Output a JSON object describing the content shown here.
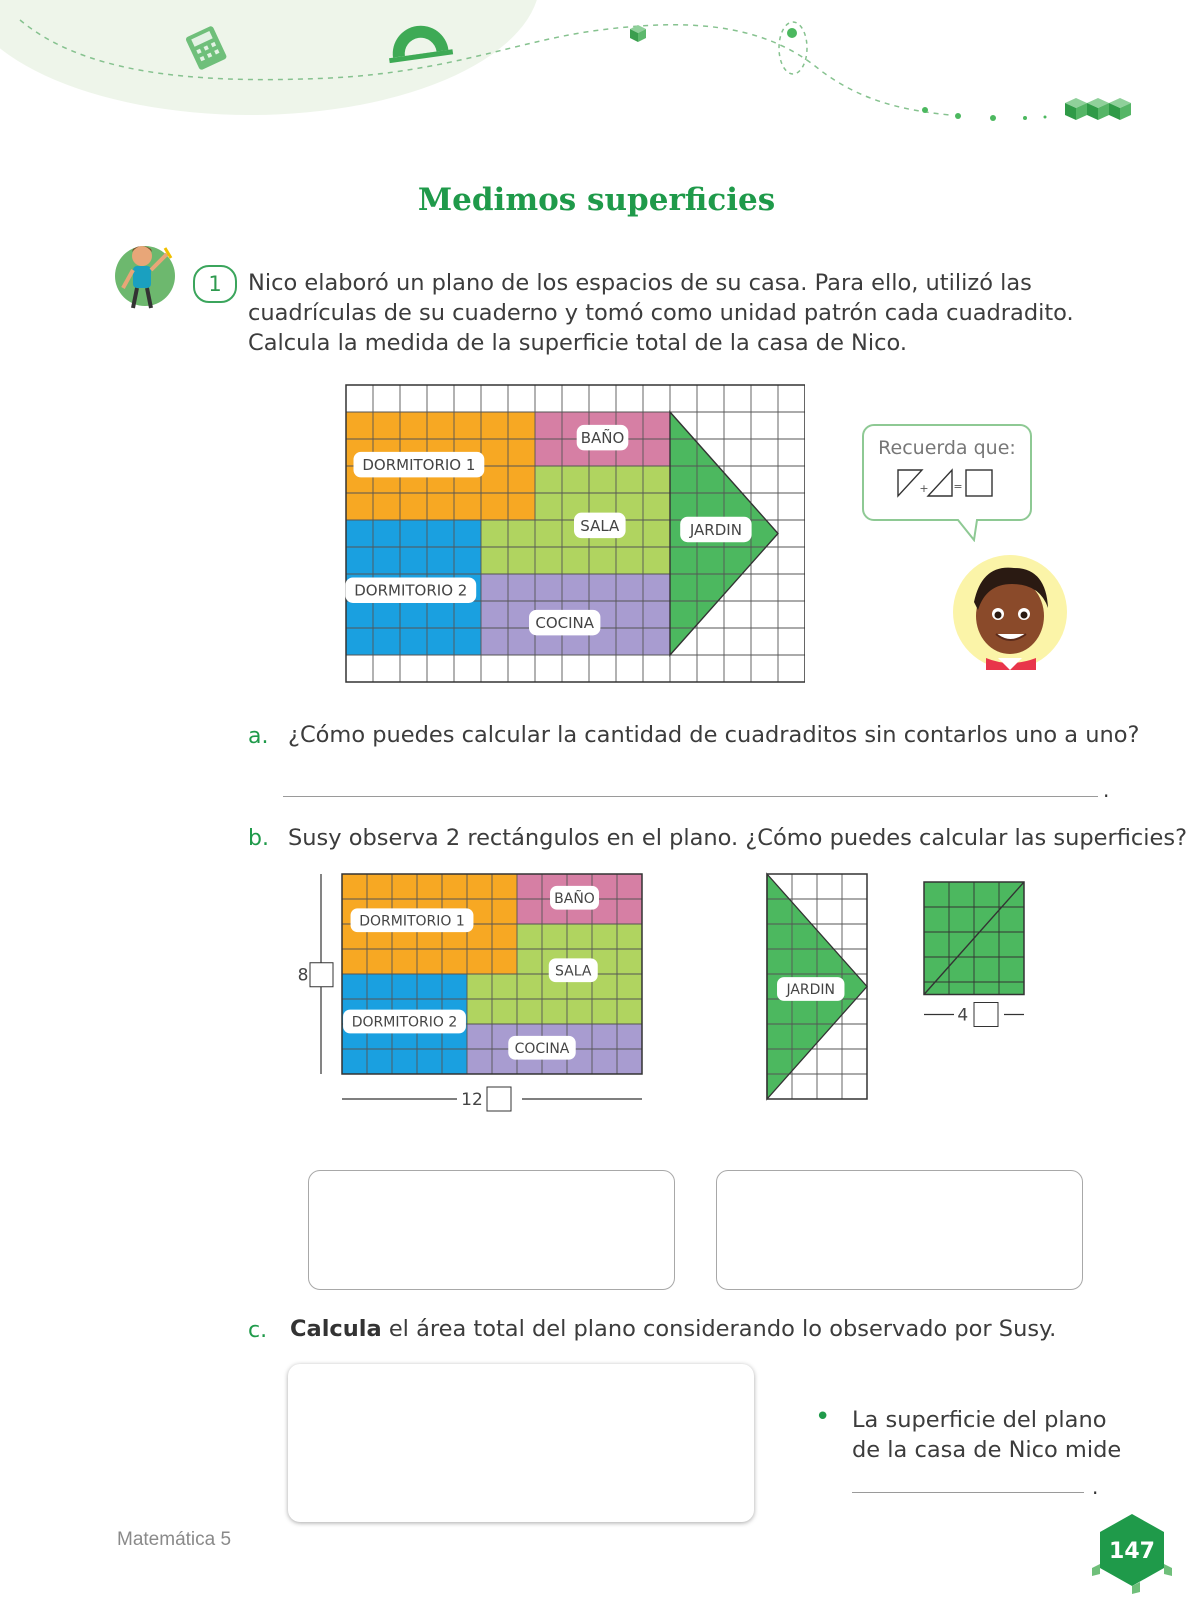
{
  "page": {
    "title": "Medimos superficies",
    "activity_number": "1",
    "intro": "Nico elaboró un plano de los espacios de su casa. Para ello, utilizó las cuadrículas de su cuaderno y tomó como unidad patrón cada cuadradito. Calcula la medida de la superficie total de la casa de Nico.",
    "footer": "Matemática 5",
    "page_number": "147"
  },
  "colors": {
    "accent": "#1f9a4a",
    "dormitorio1": "#f7a823",
    "bano": "#d67fa4",
    "sala": "#b0d460",
    "dormitorio2": "#1aa0e0",
    "cocina": "#a89cd0",
    "jardin": "#4cb85f"
  },
  "plan": {
    "rooms": {
      "dormitorio1": "DORMITORIO 1",
      "bano": "BAÑO",
      "sala": "SALA",
      "dormitorio2": "DORMITORIO 2",
      "cocina": "COCINA",
      "jardin": "JARDIN"
    }
  },
  "speech": {
    "text": "Recuerda que:",
    "eq_plus": "+",
    "eq_equal": "="
  },
  "questions": {
    "a": {
      "letter": "a.",
      "text": "¿Cómo puedes calcular la cantidad de cuadraditos sin contarlos uno a uno?"
    },
    "b": {
      "letter": "b.",
      "text": "Susy observa 2 rectángulos en el plano. ¿Cómo puedes calcular las superficies?"
    },
    "c": {
      "letter": "c.",
      "bold": "Calcula",
      "text": " el área total del plano considerando lo observado por Susy."
    }
  },
  "dimensions": {
    "height_left": "8",
    "width_left": "12",
    "width_right": "4"
  },
  "conclusion": {
    "text": "La superficie del plano de la casa de Nico mide",
    "end_dot": "."
  }
}
